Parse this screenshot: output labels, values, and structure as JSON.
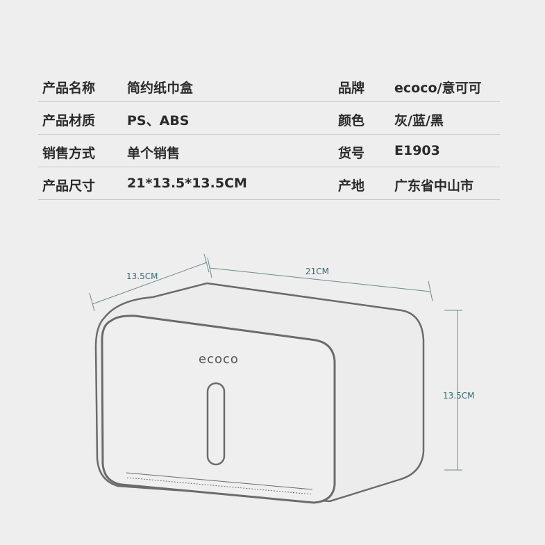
{
  "specs": [
    {
      "label1": "产品名称",
      "value1": "简约纸巾盒",
      "label2": "品牌",
      "value2": "ecoco/意可可"
    },
    {
      "label1": "产品材质",
      "value1": "PS、ABS",
      "label2": "颜色",
      "value2": "灰/蓝/黑"
    },
    {
      "label1": "销售方式",
      "value1": "单个销售",
      "label2": "货号",
      "value2": "E1903"
    },
    {
      "label1": "产品尺寸",
      "value1": "21*13.5*13.5CM",
      "label2": "产地",
      "value2": "广东省中山市"
    }
  ],
  "diagram": {
    "depth_label": "13.5CM",
    "width_label": "21CM",
    "height_label": "13.5CM",
    "logo": "ecoco"
  },
  "colors": {
    "background": "#eeeeee",
    "dimension_text": "#356b73",
    "outline": "#6b6b6b"
  }
}
